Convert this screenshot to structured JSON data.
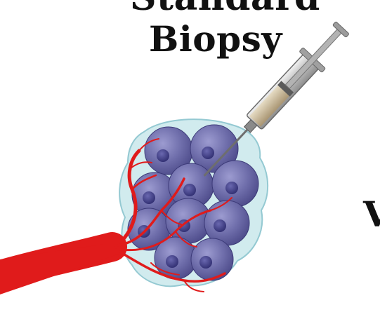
{
  "labels": {
    "title_top_partial": "Standard",
    "title_main": "Biopsy",
    "side_partial": "V"
  },
  "colors": {
    "tissue_halo": "#bfe3e8",
    "cell_fill": "#6b6aa8",
    "cell_nucleus": "#3f3d86",
    "vessel": "#e01b1b",
    "syringe_body": "#9a9a9a",
    "syringe_fluid": "#c8b89a",
    "needle": "#6e6e6e"
  },
  "icons": {
    "syringe": "syringe-icon",
    "tumor": "cell-cluster-icon",
    "blood_vessel": "blood-vessel-icon"
  }
}
